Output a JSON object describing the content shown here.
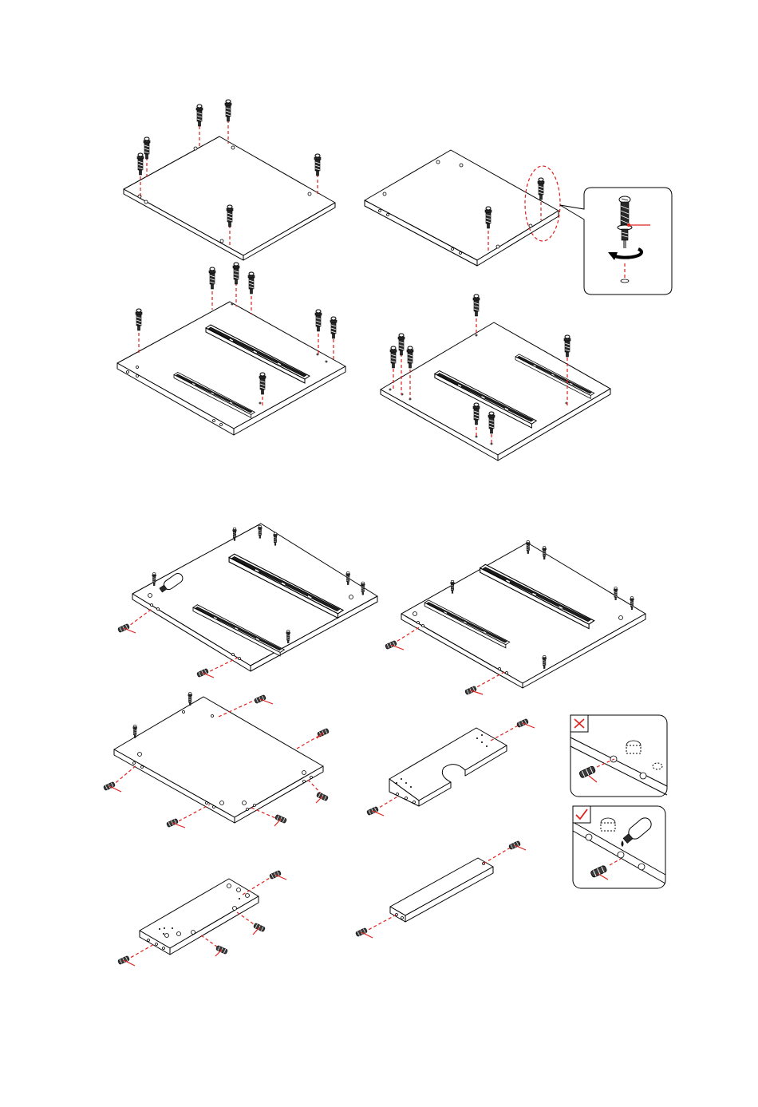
{
  "page": {
    "background": "#ffffff"
  },
  "colors": {
    "guide_line": "#e0201c",
    "hardware_dark": "#2a2a2a",
    "outline": "#000000"
  },
  "steps": [
    {
      "name": "top-panel-cam-bolts",
      "hardware": "cam-bolt"
    },
    {
      "name": "top-panel-cam-bolt-detail",
      "hardware": "cam-bolt"
    },
    {
      "name": "drawer-panel-left-rails",
      "hardware": "drawer-rail"
    },
    {
      "name": "drawer-panel-right-rails",
      "hardware": "drawer-rail"
    },
    {
      "name": "dowel-insertion-panels",
      "hardware": "wooden-dowel"
    },
    {
      "name": "dowel-insertion-parts",
      "hardware": "wooden-dowel"
    }
  ],
  "icons": {
    "wrong": "cross-icon",
    "correct": "check-icon",
    "rotate": "rotate-arrow-icon",
    "glue": "glue-bottle-icon"
  }
}
